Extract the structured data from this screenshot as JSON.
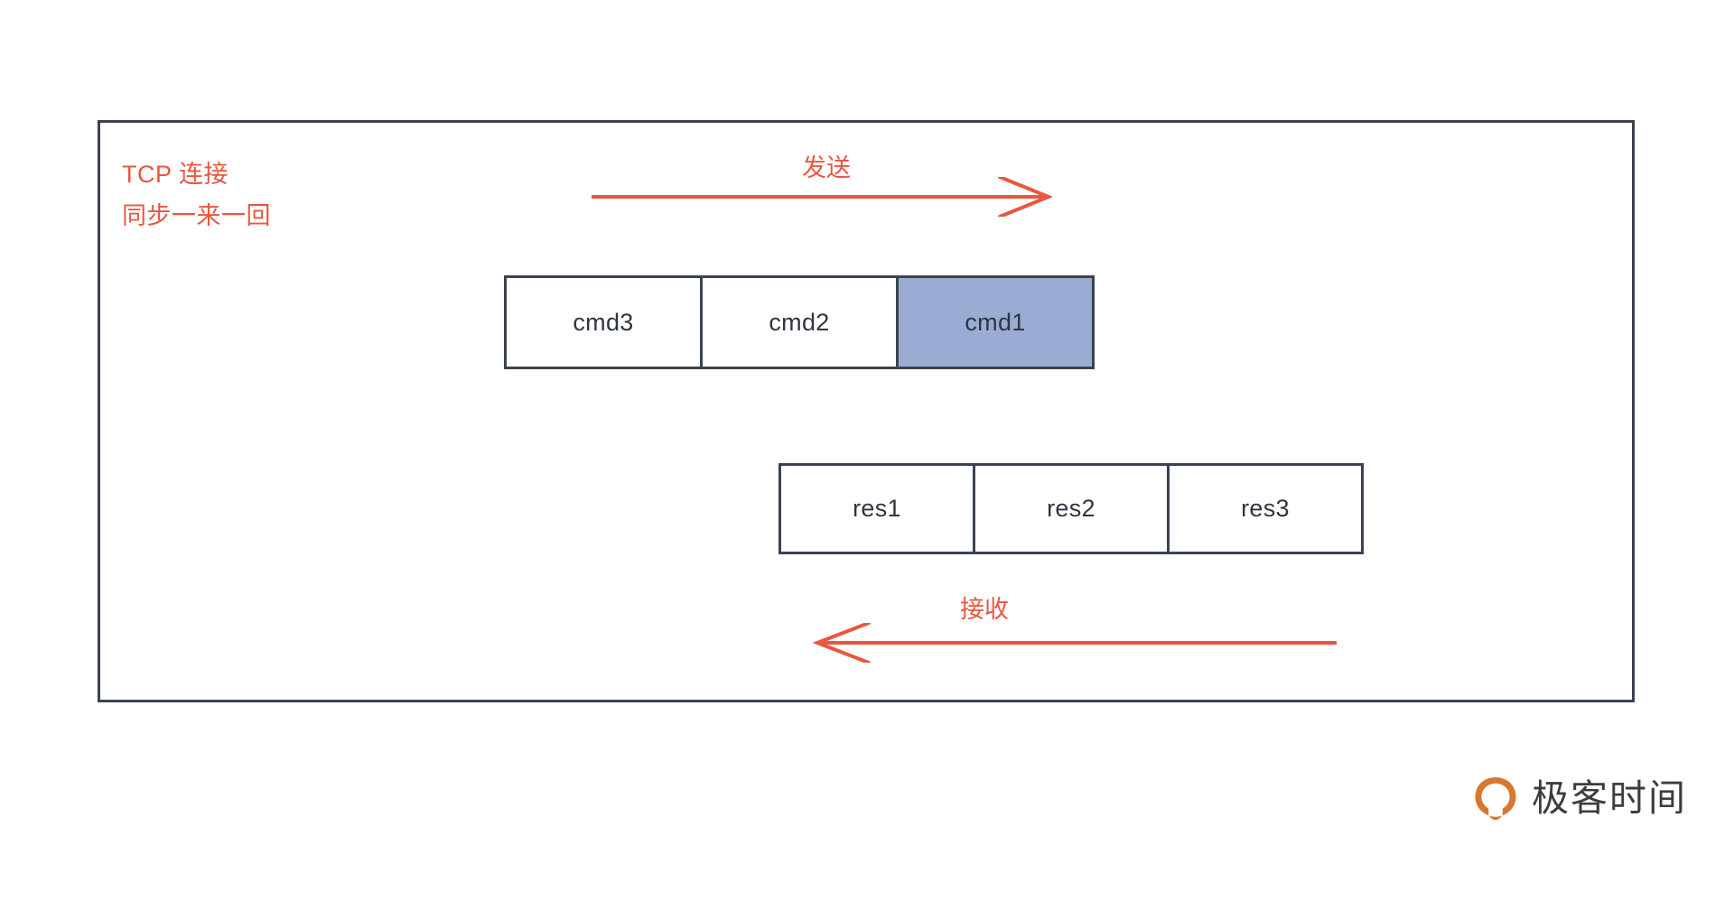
{
  "diagram": {
    "caption_lines": [
      "TCP 连接",
      "同步一来一回"
    ],
    "send_label": "发送",
    "receive_label": "接收",
    "request_blocks": [
      {
        "label": "cmd3",
        "highlighted": false
      },
      {
        "label": "cmd2",
        "highlighted": false
      },
      {
        "label": "cmd1",
        "highlighted": true
      }
    ],
    "response_blocks": [
      {
        "label": "res1",
        "highlighted": false
      },
      {
        "label": "res2",
        "highlighted": false
      },
      {
        "label": "res3",
        "highlighted": false
      }
    ],
    "colors": {
      "accent_red": "#e8573f",
      "border_slate": "#3b4351",
      "highlight_blue": "#9aabd4",
      "text_dark": "#2f3640",
      "brand_orange": "#d9772f",
      "brand_text": "#3d3d3d"
    }
  },
  "brand": {
    "name": "极客时间",
    "mark": "geektime-logo-icon"
  }
}
